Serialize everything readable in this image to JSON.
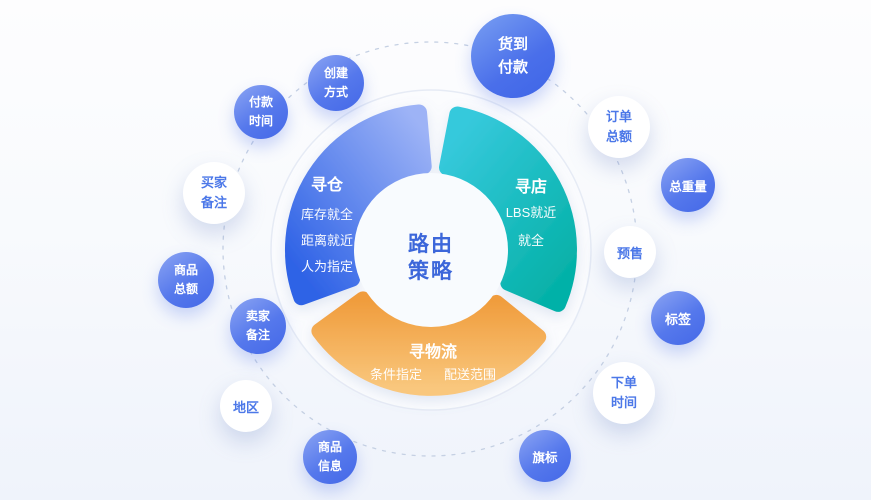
{
  "diagram": {
    "center": {
      "line1": "路由",
      "line2": "策略",
      "text_color": "#3C67DA"
    },
    "segments": [
      {
        "title": "寻仓",
        "items": [
          "库存就全",
          "距离就近",
          "人为指定"
        ],
        "gradient_from": "#9DB3F6",
        "gradient_to": "#2F63E6"
      },
      {
        "title": "寻店",
        "items": [
          "LBS就近",
          "就全"
        ],
        "gradient_from": "#36C9DC",
        "gradient_to": "#05B1A8"
      },
      {
        "title": "寻物流",
        "items": [
          "条件指定",
          "配送范围"
        ],
        "gradient_from": "#F09C3C",
        "gradient_to": "#F9C77D"
      }
    ],
    "bubbles": [
      {
        "label": "货到付款",
        "variant": "solid"
      },
      {
        "label": "订单总额",
        "variant": "light"
      },
      {
        "label": "总重量",
        "variant": "solid"
      },
      {
        "label": "预售",
        "variant": "light"
      },
      {
        "label": "标签",
        "variant": "solid"
      },
      {
        "label": "下单时间",
        "variant": "light"
      },
      {
        "label": "旗标",
        "variant": "solid"
      },
      {
        "label": "商品信息",
        "variant": "solid"
      },
      {
        "label": "地区",
        "variant": "light"
      },
      {
        "label": "卖家备注",
        "variant": "solid"
      },
      {
        "label": "商品总额",
        "variant": "solid"
      },
      {
        "label": "买家备注",
        "variant": "light"
      },
      {
        "label": "付款时间",
        "variant": "solid"
      },
      {
        "label": "创建方式",
        "variant": "solid"
      }
    ],
    "colors": {
      "bubble_solid_from": "#8CA5F3",
      "bubble_solid_to": "#4468E7",
      "bubble_light_bg": "#FFFFFF",
      "bubble_light_text": "#4C78E8",
      "dashed_ring": "#C5D0E3",
      "outer_ring_border": "#E6EBF5",
      "background_top": "#FDFDFE",
      "background_bottom": "#EFF3FB"
    }
  }
}
